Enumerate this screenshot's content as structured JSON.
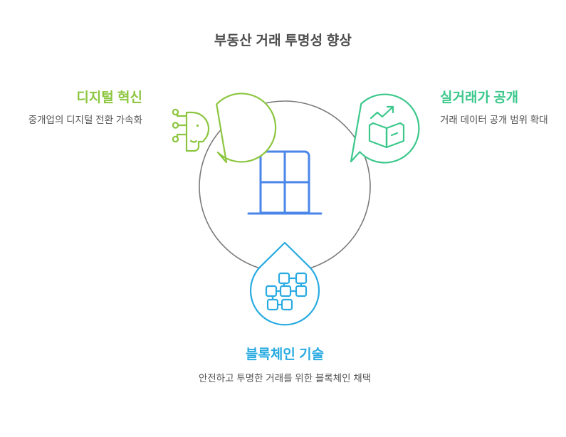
{
  "diagram": {
    "title": "부동산 거래 투명성 향상",
    "type": "hub-and-spoke",
    "center": {
      "icon": "building-icon",
      "color": "#4a86e8"
    },
    "ring": {
      "color": "#7a7a7a",
      "radius": 120
    },
    "nodes": [
      {
        "id": "digital-innovation",
        "position": "left",
        "title": "디지털 혁신",
        "description": "중개업의 디지털 전환 가속화",
        "color": "#8cc63f",
        "icon": "ai-head-circuit-icon"
      },
      {
        "id": "transaction-price-disclosure",
        "position": "right",
        "title": "실거래가 공개",
        "description": "거래 데이터 공개 범위 확대",
        "color": "#3cc88c",
        "icon": "open-book-growth-arrow-icon"
      },
      {
        "id": "blockchain-technology",
        "position": "bottom",
        "title": "블록체인 기술",
        "description": "안전하고 투명한 거래를 위한 블록체인 채택",
        "color": "#29abe2",
        "icon": "blockchain-network-icon"
      }
    ]
  }
}
